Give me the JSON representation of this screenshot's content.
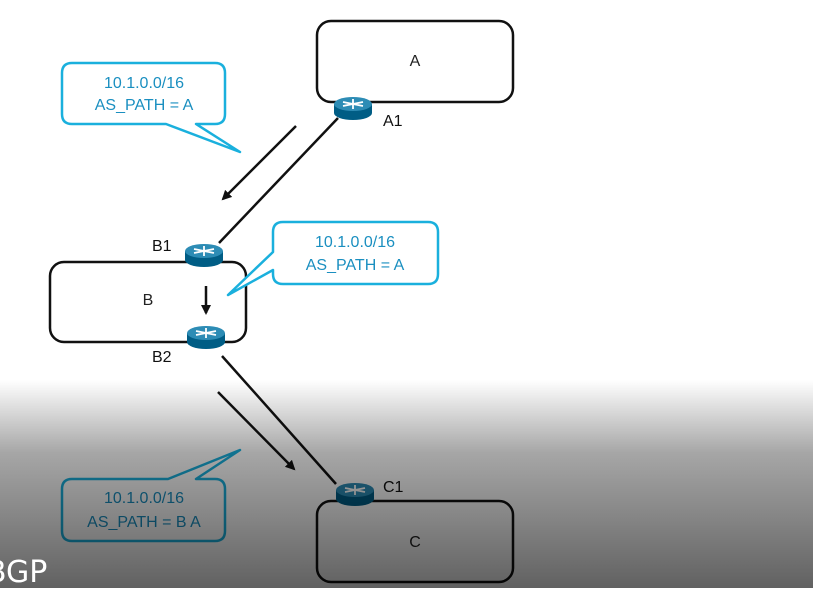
{
  "colors": {
    "callout_border": "#1ab0dd",
    "callout_text": "#1a8fc0",
    "router_body": "#005d85",
    "router_top": "#2d8cb5",
    "line": "#111111"
  },
  "systems": [
    {
      "id": "A",
      "label": "A"
    },
    {
      "id": "B",
      "label": "B"
    },
    {
      "id": "C",
      "label": "C"
    }
  ],
  "routers": [
    {
      "id": "A1",
      "label": "A1",
      "icon": "router-icon"
    },
    {
      "id": "B1",
      "label": "B1",
      "icon": "router-icon"
    },
    {
      "id": "B2",
      "label": "B2",
      "icon": "router-icon"
    },
    {
      "id": "C1",
      "label": "C1",
      "icon": "router-icon"
    }
  ],
  "callouts": [
    {
      "id": "a1-to-b1",
      "prefix": "10.1.0.0/16",
      "as_path": "AS_PATH = A"
    },
    {
      "id": "b1-to-b2",
      "prefix": "10.1.0.0/16",
      "as_path": "AS_PATH = A"
    },
    {
      "id": "b2-to-c1",
      "prefix": "10.1.0.0/16",
      "as_path": "AS_PATH = B A"
    }
  ],
  "caption": "BGP"
}
